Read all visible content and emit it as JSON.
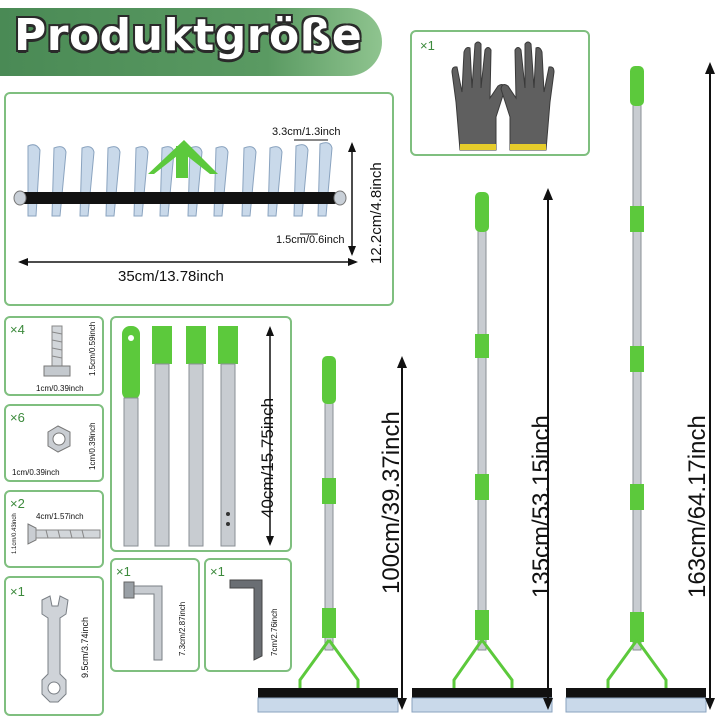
{
  "header": {
    "title": "Produktgröße"
  },
  "gloves": {
    "qty": "×1"
  },
  "rake_head": {
    "tooth_width": "3.3cm/1.3inch",
    "tooth_gap": "1.5cm/0.6inch",
    "height": "12.2cm/4.8inch",
    "width": "35cm/13.78inch"
  },
  "parts": {
    "bolt": {
      "qty": "×4",
      "dim_a": "1.5cm/0.59inch",
      "dim_b": "1cm/0.39inch"
    },
    "nut": {
      "qty": "×6",
      "dim_a": "1cm/0.39inch",
      "dim_b": "1cm/0.39inch"
    },
    "screw": {
      "qty": "×2",
      "dim_a": "4cm/1.57inch",
      "dim_b": "1.1cm/0.43inch"
    },
    "wrench": {
      "qty": "×1",
      "dim": "9.5cm/3.74inch"
    },
    "hex_key_1": {
      "qty": "×1",
      "dim": "7.3cm/2.87inch"
    },
    "hex_key_2": {
      "qty": "×1",
      "dim": "7cm/2.76inch"
    },
    "poles": {
      "dim": "40cm/15.75inch"
    }
  },
  "lengths": {
    "short": "100cm/39.37inch",
    "medium": "135cm/53.15inch",
    "long": "163cm/64.17inch"
  },
  "colors": {
    "accent": "#5cc93c",
    "border": "#7fbf7f",
    "banner": "#4a8a55"
  }
}
